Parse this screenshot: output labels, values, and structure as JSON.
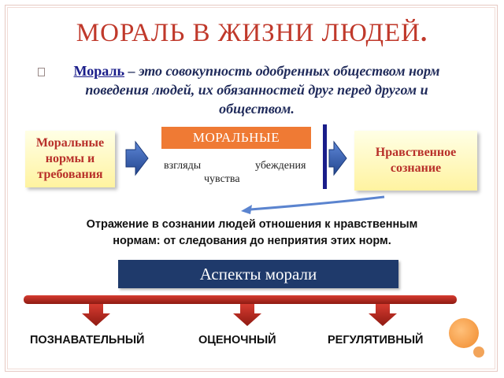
{
  "title": {
    "text": "МОРАЛЬ В ЖИЗНИ ЛЮДЕЙ",
    "suffix": "."
  },
  "definition": {
    "term": "Мораль",
    "text": " – это совокупность одобренных обществом норм поведения людей, их обязанностей друг перед другом и обществом."
  },
  "left_box": {
    "lines": [
      "Моральные",
      "нормы и",
      "требования"
    ]
  },
  "moral_label": "МОРАЛЬНЫЕ",
  "moral_words": {
    "views": "взгляды",
    "beliefs": "убеждения",
    "feelings": "чувства"
  },
  "right_box": {
    "lines": [
      "Нравственное",
      "сознание"
    ]
  },
  "reflection": {
    "line1": "Отражение в сознании людей отношения к нравственным",
    "line2": "нормам: от следования до неприятия этих норм."
  },
  "aspects_header": "Аспекты морали",
  "aspects": [
    "ПОЗНАВАТЕЛЬНЫЙ",
    "ОЦЕНОЧНЫЙ",
    "РЕГУЛЯТИВНЫЙ"
  ],
  "colors": {
    "title": "#c0392b",
    "header_bg": "#1f3a6b",
    "moral_label_bg": "#ef7a34",
    "bar": "#b8281f",
    "arrow_blue": "#2a4f9a"
  }
}
